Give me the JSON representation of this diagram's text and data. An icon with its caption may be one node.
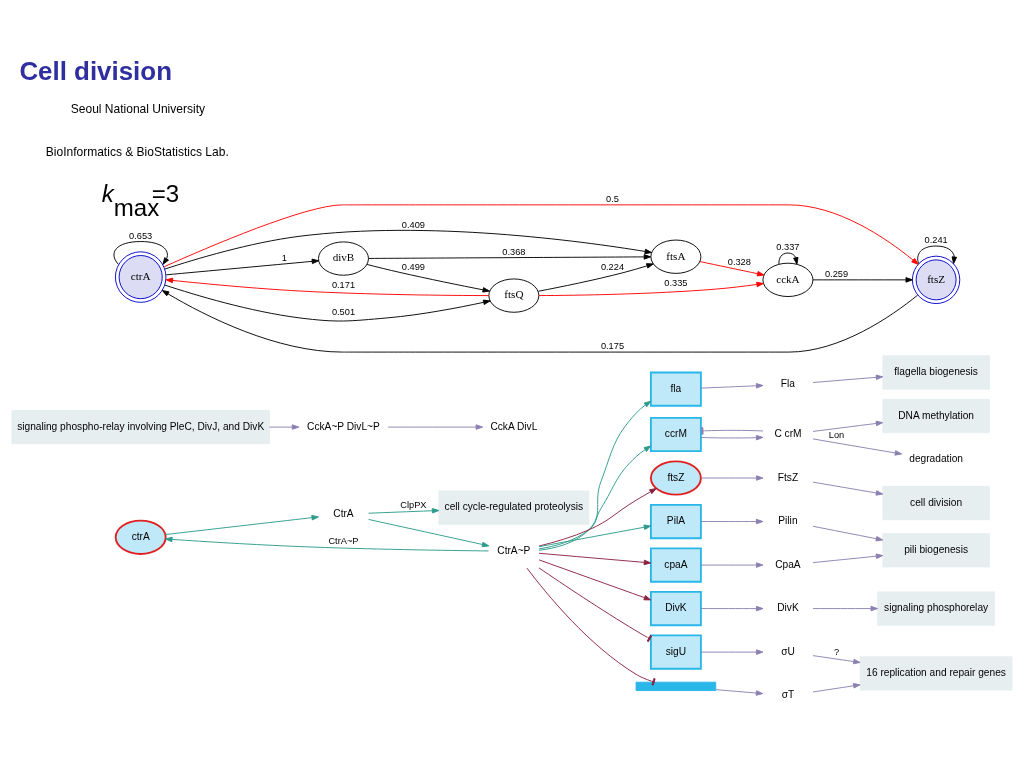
{
  "diagram": {
    "title": "Cell division",
    "nodes": [
      {
        "text": [
          "ctrA"
        ]
      },
      {
        "text": [
          "CtrA"
        ]
      },
      {
        "text": [
          "cell cycle-regulated proteolysis"
        ]
      },
      {
        "text": [
          "CckA~P DivL~P"
        ]
      },
      {
        "text": [
          "CckA DivL"
        ]
      },
      {
        "text": [
          "signaling phospho-relay involving PleC, DivJ, and DivK"
        ]
      },
      {
        "text": [
          "CtrA~P"
        ]
      },
      {
        "text": [
          "fla"
        ]
      },
      {
        "text": [
          "Fla"
        ]
      },
      {
        "text": [
          "flagella biogenesis"
        ]
      },
      {
        "text": [
          "ccrM"
        ]
      },
      {
        "text": [
          "C crM"
        ]
      },
      {
        "text": [
          "DNA methylation"
        ]
      },
      {
        "text": [
          "degradation"
        ]
      },
      {
        "text": [
          "ftsZ"
        ]
      },
      {
        "text": [
          "FtsZ"
        ]
      },
      {
        "text": [
          "cell division"
        ]
      },
      {
        "text": [
          "PilA"
        ]
      },
      {
        "text": [
          "cpaA"
        ]
      },
      {
        "text": [
          "Pilin"
        ]
      },
      {
        "text": [
          "CpaA"
        ]
      },
      {
        "text": [
          "pili biogenesis"
        ]
      },
      {
        "text": [
          "DivK"
        ]
      },
      {
        "text": [
          "DivK"
        ]
      },
      {
        "text": [
          "signaling phosphorelay"
        ]
      },
      {
        "text": [
          "sigU"
        ]
      },
      {
        "text": [
          "σU"
        ]
      },
      {
        "text": [],
        "shape": "bar"
      },
      {
        "text": [
          "σT"
        ]
      },
      {
        "text": [
          "16 replication and repair genes"
        ]
      },
      {
        "text": [
          "ctrA"
        ]
      },
      {
        "text": [
          "divB"
        ]
      },
      {
        "text": [
          "ftsQ"
        ]
      },
      {
        "text": [
          "ftsA"
        ]
      },
      {
        "text": [
          "cckA"
        ]
      },
      {
        "text": [
          "ftsZ"
        ]
      }
    ],
    "edges": [
      {
        "from": 0,
        "to": 1,
        "arrow": "to",
        "color": "#2a9a8a"
      },
      {
        "from": 1,
        "to": 2,
        "arrow": "to",
        "label": "ClpPX",
        "color": "#2a9a8a"
      },
      {
        "from": 1,
        "to": 6,
        "arrow": "to",
        "color": "#2a9a8a"
      },
      {
        "from": 3,
        "to": 4,
        "arrow": "to"
      },
      {
        "from": 5,
        "to": 3,
        "arrow": "to"
      },
      {
        "from": 6,
        "to": 0,
        "arrow": "to",
        "label": "CtrA~P",
        "color": "#2a9a8a"
      },
      {
        "from": 6,
        "to": 7,
        "arrow": "to",
        "color": "#2a9a8a"
      },
      {
        "from": 6,
        "to": 10,
        "arrow": "to",
        "color": "#2a9a8a"
      },
      {
        "from": 6,
        "to": 14,
        "arrow": "to",
        "color": "#8b2040"
      },
      {
        "from": 6,
        "to": 17,
        "arrow": "to",
        "color": "#2a9a8a"
      },
      {
        "from": 6,
        "to": 18,
        "arrow": "to",
        "color": "#8b2040"
      },
      {
        "from": 6,
        "to": 22,
        "arrow": "to",
        "color": "#8b2040"
      },
      {
        "from": 6,
        "to": 25,
        "arrow": "other",
        "color": "#8b2040"
      },
      {
        "from": 6,
        "to": 27,
        "arrow": "other",
        "color": "#8b2040"
      },
      {
        "from": 7,
        "to": 8,
        "arrow": "to"
      },
      {
        "from": 8,
        "to": 9,
        "arrow": "to"
      },
      {
        "from": 10,
        "to": 11,
        "arrow": "to"
      },
      {
        "from": 11,
        "to": 10,
        "arrow": "other"
      },
      {
        "from": 11,
        "to": 12,
        "arrow": "to"
      },
      {
        "from": 11,
        "to": 13,
        "arrow": "to",
        "label": "Lon"
      },
      {
        "from": 14,
        "to": 15,
        "arrow": "to"
      },
      {
        "from": 15,
        "to": 16,
        "arrow": "to"
      },
      {
        "from": 17,
        "to": 19,
        "arrow": "to"
      },
      {
        "from": 18,
        "to": 20,
        "arrow": "to"
      },
      {
        "from": 19,
        "to": 21,
        "arrow": "to"
      },
      {
        "from": 20,
        "to": 21,
        "arrow": "to"
      },
      {
        "from": 22,
        "to": 23,
        "arrow": "to"
      },
      {
        "from": 23,
        "to": 24,
        "arrow": "to"
      },
      {
        "from": 25,
        "to": 26,
        "arrow": "to"
      },
      {
        "from": 27,
        "to": 28,
        "arrow": "to"
      },
      {
        "from": 26,
        "to": 29,
        "arrow": "to",
        "label": "?"
      },
      {
        "from": 28,
        "to": 29,
        "arrow": "to"
      },
      {
        "from": 30,
        "to": 30,
        "arrow": "to",
        "label": "0.653",
        "color": "#000000"
      },
      {
        "from": 30,
        "to": 31,
        "arrow": "to",
        "label": "1",
        "color": "#000000"
      },
      {
        "from": 30,
        "to": 32,
        "arrow": "to",
        "label": "0.501",
        "color": "#000000"
      },
      {
        "from": 32,
        "to": 30,
        "arrow": "to",
        "label": "0.171",
        "color": "#ff0000"
      },
      {
        "from": 30,
        "to": 33,
        "arrow": "to",
        "label": "0.409",
        "color": "#000000"
      },
      {
        "from": 30,
        "to": 35,
        "arrow": "to",
        "label": "0.5",
        "color": "#ff0000"
      },
      {
        "from": 35,
        "to": 30,
        "arrow": "to",
        "label": "0.175",
        "color": "#000000"
      },
      {
        "from": 31,
        "to": 32,
        "arrow": "to",
        "label": "0.499",
        "color": "#000000"
      },
      {
        "from": 31,
        "to": 33,
        "arrow": "to",
        "label": "0.368",
        "color": "#000000"
      },
      {
        "from": 32,
        "to": 33,
        "arrow": "to",
        "label": "0.224",
        "color": "#000000"
      },
      {
        "from": 32,
        "to": 34,
        "arrow": "to",
        "label": "0.335",
        "color": "#ff0000"
      },
      {
        "from": 33,
        "to": 34,
        "arrow": "to",
        "label": "0.328",
        "color": "#ff0000"
      },
      {
        "from": 34,
        "to": 34,
        "arrow": "to",
        "label": "0.337",
        "color": "#000000"
      },
      {
        "from": 34,
        "to": 35,
        "arrow": "to",
        "label": "0.259",
        "color": "#000000"
      },
      {
        "from": 35,
        "to": 35,
        "arrow": "to",
        "label": "0.241",
        "color": "#000000"
      }
    ],
    "labels": [
      "*k*$_{max}$=3",
      "BioInformatics & BioStatistics Lab.",
      "Seoul National University"
    ]
  }
}
